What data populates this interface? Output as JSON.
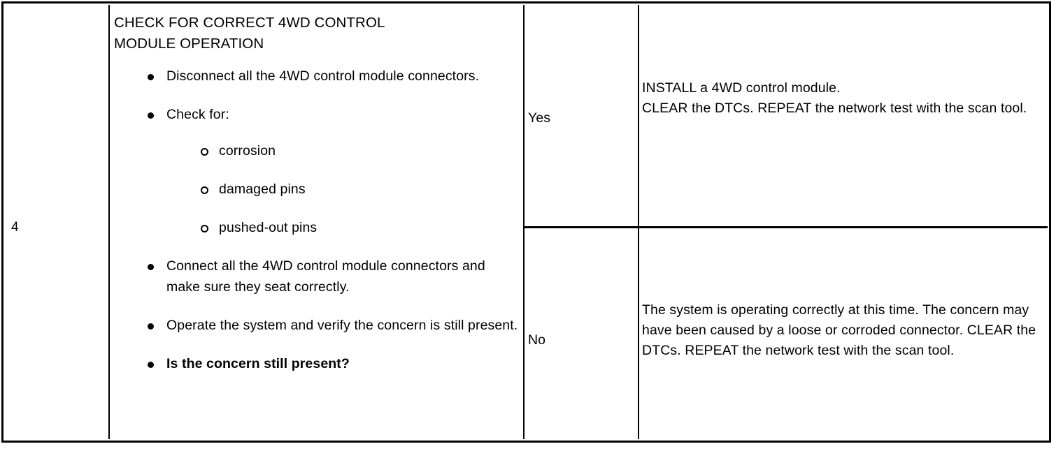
{
  "document": {
    "type": "diagnostic-pinpoint-test-table"
  },
  "table": {
    "step_number": "4",
    "test_title": "CHECK FOR CORRECT 4WD CONTROL\nMODULE OPERATION",
    "bullets": [
      {
        "marker": "filled-disc-bullet",
        "text": "Disconnect all the 4WD control module connectors.",
        "bold": false
      },
      {
        "marker": "filled-disc-bullet",
        "text": "Check for:",
        "bold": false,
        "sub_bullets": [
          {
            "marker": "hollow-circle-bullet",
            "text": "corrosion"
          },
          {
            "marker": "hollow-circle-bullet",
            "text": "damaged pins"
          },
          {
            "marker": "hollow-circle-bullet",
            "text": "pushed-out pins"
          }
        ]
      },
      {
        "marker": "filled-disc-bullet",
        "text": "Connect all the 4WD control module connectors and make sure they seat correctly.",
        "bold": false
      },
      {
        "marker": "filled-disc-bullet",
        "text": "Operate the system and verify the concern is still present.",
        "bold": false
      },
      {
        "marker": "filled-disc-bullet",
        "text": "Is the concern still present?",
        "bold": true
      }
    ],
    "rows": [
      {
        "result": "Yes",
        "action": "INSTALL a 4WD control module.\nCLEAR the DTCs. REPEAT the network test with the scan tool."
      },
      {
        "result": "No",
        "action": "The system is operating correctly at this time. The concern may have been caused by a loose or corroded connector. CLEAR the DTCs. REPEAT the network test with the scan tool."
      }
    ]
  },
  "colors": {
    "ink": "#000000",
    "paper": "#ffffff"
  }
}
